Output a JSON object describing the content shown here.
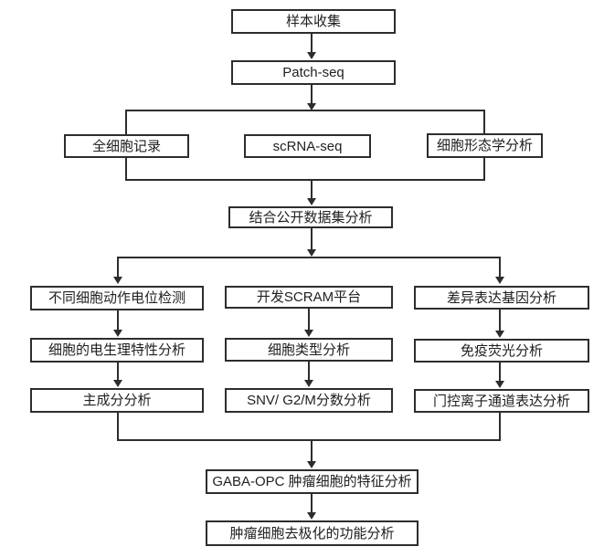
{
  "diagram": {
    "type": "flowchart",
    "direction": "top-down",
    "nodes": {
      "sample_collection": "样本收集",
      "patch_seq": "Patch-seq",
      "whole_cell_recording": "全细胞记录",
      "scrna_seq": "scRNA-seq",
      "cell_morphology": "细胞形态学分析",
      "public_dataset": "结合公开数据集分析",
      "action_potential": "不同细胞动作电位检测",
      "scram_platform": "开发SCRAM平台",
      "differential_expression": "差异表达基因分析",
      "electrophysiology": "细胞的电生理特性分析",
      "cell_type": "细胞类型分析",
      "immunofluorescence": "免疫荧光分析",
      "pca": "主成分分析",
      "snv_g2m": "SNV/ G2/M分数分析",
      "ion_channel": "门控离子通道表达分析",
      "gaba_opc": "GABA-OPC 肿瘤细胞的特征分析",
      "depolarization": "肿瘤细胞去极化的功能分析"
    },
    "edges": [
      {
        "from": "sample_collection",
        "to": "patch_seq"
      },
      {
        "from": "patch_seq",
        "to": "whole_cell_recording"
      },
      {
        "from": "patch_seq",
        "to": "scrna_seq"
      },
      {
        "from": "patch_seq",
        "to": "cell_morphology"
      },
      {
        "from": "whole_cell_recording",
        "to": "public_dataset"
      },
      {
        "from": "scrna_seq",
        "to": "public_dataset"
      },
      {
        "from": "cell_morphology",
        "to": "public_dataset"
      },
      {
        "from": "public_dataset",
        "to": "action_potential"
      },
      {
        "from": "public_dataset",
        "to": "scram_platform"
      },
      {
        "from": "public_dataset",
        "to": "differential_expression"
      },
      {
        "from": "action_potential",
        "to": "electrophysiology"
      },
      {
        "from": "electrophysiology",
        "to": "pca"
      },
      {
        "from": "scram_platform",
        "to": "cell_type"
      },
      {
        "from": "cell_type",
        "to": "snv_g2m"
      },
      {
        "from": "differential_expression",
        "to": "immunofluorescence"
      },
      {
        "from": "immunofluorescence",
        "to": "ion_channel"
      },
      {
        "from": "pca",
        "to": "gaba_opc"
      },
      {
        "from": "snv_g2m",
        "to": "gaba_opc"
      },
      {
        "from": "ion_channel",
        "to": "gaba_opc"
      },
      {
        "from": "gaba_opc",
        "to": "depolarization"
      }
    ]
  },
  "colors": {
    "line": "#2d2d2d",
    "border": "#2d2d2d",
    "background": "#ffffff",
    "text": "#1f1f1f"
  }
}
